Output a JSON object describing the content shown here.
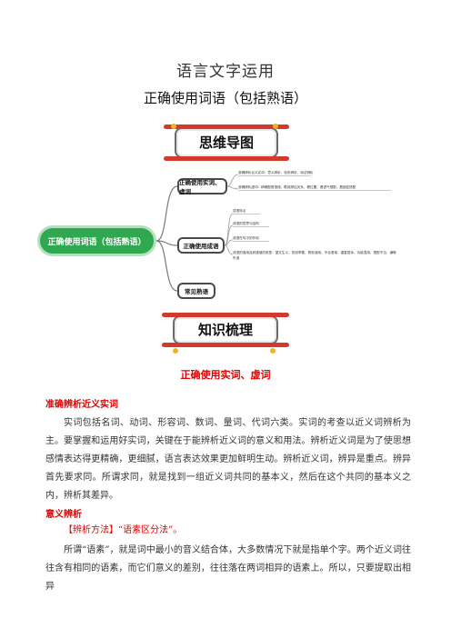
{
  "doc": {
    "title": "语言文字运用",
    "subtitle": "正确使用词语（包括熟语）"
  },
  "mindmap": {
    "banner": "思维导图",
    "central": "正确使用词语（包括熟语）",
    "branches": [
      {
        "label": "正确使用实词、虚词",
        "leaves": [
          "准确辨析近义实词：意义辨析、色彩辨析、用法辨析",
          "准确辨析虚词：精确配搭语境、瞻前顾后关系、看位置、看语气搭配、看固定搭配"
        ]
      },
      {
        "label": "正确使用成语",
        "leaves": [
          "成语特点",
          "成语的意思与结构",
          "成语在句中的作用",
          "成语的误用及其错误的类型：望文生义、张冠李戴、褒贬误用、不合语境、重复赘余、功能混用、搭配不当、谦敬失误"
        ]
      },
      {
        "label": "常见熟语",
        "leaves": []
      }
    ]
  },
  "knowledge": {
    "banner": "知识梳理",
    "section_title": "正确使用实词、虚词",
    "heading1": "准确辨析近义实词",
    "para1": "实词包括名词、动词、形容词、数词、量词、代词六类。实词的考查以近义词辨析为主。要掌握和运用好实词，关键在于能辨析近义词的意义和用法。辨析近义词是为了使思想感情表达得更精确，更细腻，语言表达效果更加鲜明生动。辨析近义词，辨异是重点。辨异首先要求同。所谓求同，就是找到一组近义词共同的基本义，然后在这个共同的基本义之内，辨析其差异。",
    "heading2": "意义辨析",
    "method_label": "【辨析方法】",
    "method_text": "“语素区分法”。",
    "para2": "所谓“语素”，就是词中最小的音义结合体，大多数情况下就是指单个字。两个近义词往往含有相同的语素，而它们意义的差别，往往落在两词相异的语素上。所以，只要提取出相异"
  }
}
